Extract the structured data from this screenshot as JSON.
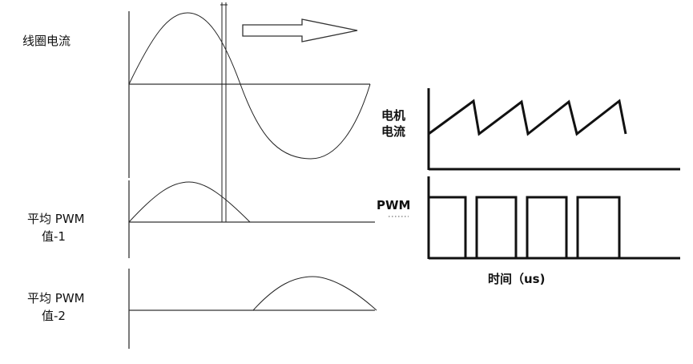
{
  "left_panel": {
    "coil_current_label": "线圈电流",
    "avg_pwm_1_line1": "平均 PWM",
    "avg_pwm_1_line2": "值-1",
    "avg_pwm_2_line1": "平均 PWM",
    "avg_pwm_2_line2": "值-2"
  },
  "right_panel": {
    "motor_current_line1": "电机",
    "motor_current_line2": "电流",
    "pwm_label": "PWM",
    "time_axis_label": "时间（us)"
  },
  "colors": {
    "stroke": "#111111",
    "background": "#ffffff"
  }
}
